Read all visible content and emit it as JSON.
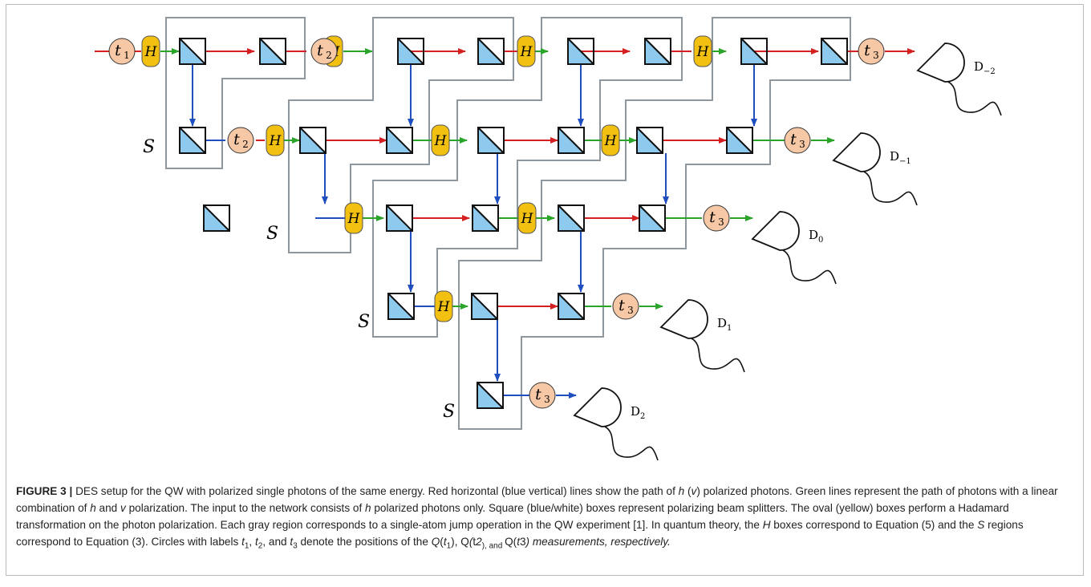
{
  "diagram": {
    "labels": {
      "t1": "t",
      "t1_sub": "1",
      "t2": "t",
      "t2_sub": "2",
      "t3": "t",
      "t3_sub": "3",
      "h": "H",
      "s": "S"
    },
    "detectors": [
      {
        "base": "D",
        "sub": "−2"
      },
      {
        "base": "D",
        "sub": "−1"
      },
      {
        "base": "D",
        "sub": "0"
      },
      {
        "base": "D",
        "sub": "1"
      },
      {
        "base": "D",
        "sub": "2"
      }
    ],
    "colors": {
      "h_path": "#d42020",
      "v_path": "#1f4fbf",
      "mixed_path": "#2aa52a",
      "splitter": "#8ec9ee",
      "hadamard": "#f2c010",
      "time_circle": "#f7c8a6",
      "region": "#8e969e"
    }
  },
  "caption": {
    "figure_label": "FIGURE 3 |",
    "segments": [
      "DES setup for the QW with polarized single photons of the same energy. Red horizontal (blue vertical) lines show the path of ",
      "h",
      " (",
      "v",
      ") polarized photons. Green lines represent the path of photons with a linear combination of ",
      "h",
      " and ",
      "v",
      " polarization. The input to the network consists of ",
      "h",
      " polarized photons only. Square (blue/white) boxes represent polarizing beam splitters. The oval (yellow) boxes perform a Hadamard transformation on the photon polarization. Each gray region corresponds to a single-atom jump operation in the QW experiment [1]. In quantum theory, the ",
      "H",
      " boxes correspond to Equation (5) and the ",
      "S",
      " regions correspond to Equation (3). Circles with labels ",
      "t",
      "1",
      ", ",
      "t",
      "2",
      ", and ",
      "t",
      "3",
      " denote the positions of the ",
      "Q",
      "(",
      "t",
      "1",
      "), ",
      "Q",
      "(",
      "t",
      "2",
      "), and ",
      "Q",
      "(",
      "t",
      "3",
      ") measurements, respectively."
    ]
  }
}
